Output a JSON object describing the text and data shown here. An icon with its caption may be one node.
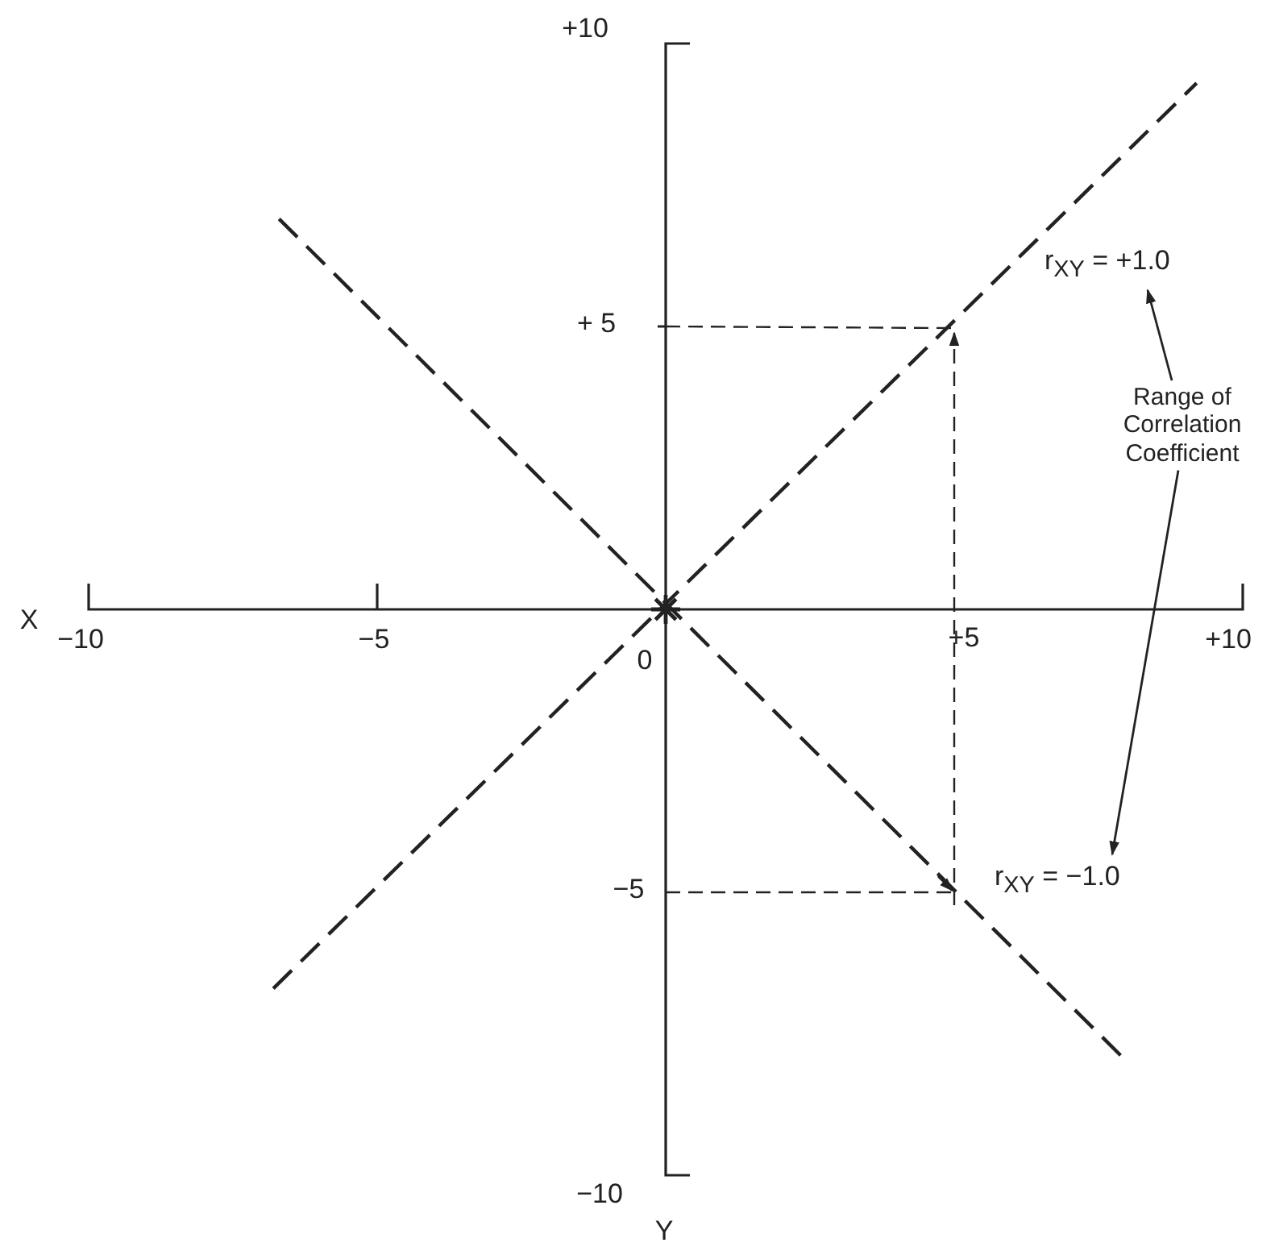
{
  "diagram": {
    "nodes": [
      {
        "text": [
          "r$_{XY}$ = +1.0"
        ]
      },
      {
        "text": [
          "Range of Correlation Coefficient"
        ]
      },
      {
        "text": [
          "r$_{XY}$ = −1.0"
        ]
      }
    ],
    "edges": [
      {
        "from": 1,
        "to": 0,
        "arrow": "to"
      },
      {
        "from": 1,
        "to": 2,
        "arrow": "to"
      }
    ],
    "labels": [
      "+10",
      "+ 5",
      "X",
      "−10",
      "−5",
      "0",
      "+5",
      "+10",
      "−5",
      "−10",
      "Y"
    ]
  }
}
